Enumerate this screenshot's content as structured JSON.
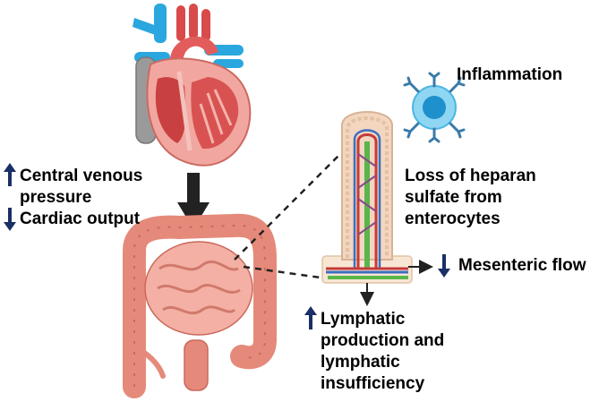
{
  "labels": {
    "inflammation": "Inflammation",
    "heparan_1": "Loss of heparan",
    "heparan_2": "sulfate from",
    "heparan_3": "enterocytes",
    "cvp_1": "Central venous",
    "cvp_2": "pressure",
    "cardiac_output": "Cardiac output",
    "mesenteric": "Mesenteric flow",
    "lymph_1": "Lymphatic",
    "lymph_2": "production and",
    "lymph_3": "lymphatic",
    "lymph_4": "insufficiency"
  },
  "indicators": {
    "central_venous_pressure": "up",
    "cardiac_output": "down",
    "mesenteric_flow": "down",
    "lymphatic_production": "up"
  },
  "icons": {
    "heart": "heart-icon",
    "intestines": "intestines-icon",
    "villus": "villus-icon",
    "immune_cell": "immune-cell-icon"
  },
  "colors": {
    "indicator_arrow": "#1a2f66",
    "heart_red": "#d94a4a",
    "heart_pink": "#f1a7a0",
    "vessel_blue": "#2aa7de",
    "intestine": "#e58a7a",
    "lymph_green": "#5ab54a"
  }
}
